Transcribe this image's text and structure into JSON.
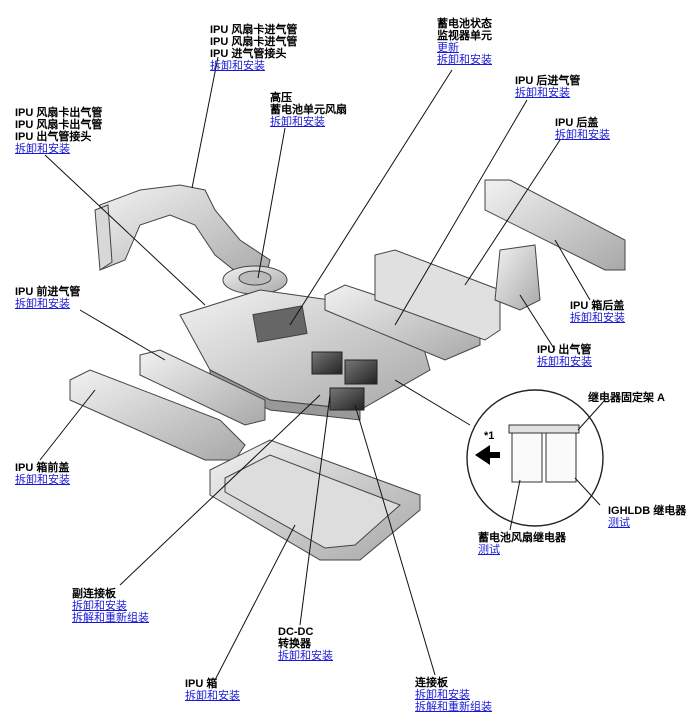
{
  "labels": {
    "fan_inlet": {
      "lines": [
        "IPU 风扇卡进气管",
        "IPU 风扇卡进气管",
        "IPU 进气管接头"
      ],
      "link": "拆卸和安装"
    },
    "fan_outlet": {
      "lines": [
        "IPU 风扇卡出气管",
        "IPU 风扇卡出气管",
        "IPU 出气管接头"
      ],
      "link": "拆卸和安装"
    },
    "battery_fan": {
      "lines": [
        "高压",
        "蓄电池单元风扇"
      ],
      "link": "拆卸和安装"
    },
    "battery_monitor": {
      "lines": [
        "蓄电池状态",
        "监视器单元"
      ],
      "links": [
        "更新",
        "拆卸和安装"
      ]
    },
    "rear_inlet": {
      "lines": [
        "IPU 后进气管"
      ],
      "link": "拆卸和安装"
    },
    "rear_cover": {
      "lines": [
        "IPU 后盖"
      ],
      "link": "拆卸和安装"
    },
    "front_inlet": {
      "lines": [
        "IPU 前进气管"
      ],
      "link": "拆卸和安装"
    },
    "box_rear_cover": {
      "lines": [
        "IPU 箱后盖"
      ],
      "link": "拆卸和安装"
    },
    "outlet": {
      "lines": [
        "IPU 出气管"
      ],
      "link": "拆卸和安装"
    },
    "relay_bracket": {
      "lines": [
        "继电器固定架 A"
      ]
    },
    "box_front_cover": {
      "lines": [
        "IPU 箱前盖"
      ],
      "link": "拆卸和安装"
    },
    "ighldb_relay": {
      "lines": [
        "IGHLDB 继电器"
      ],
      "link": "测试"
    },
    "fan_relay": {
      "lines": [
        "蓄电池风扇继电器"
      ],
      "link": "测试"
    },
    "sub_bus": {
      "lines": [
        "副连接板"
      ],
      "links": [
        "拆卸和安装",
        "拆解和重新组装"
      ]
    },
    "dcdc": {
      "lines": [
        "DC-DC",
        "转换器"
      ],
      "link": "拆卸和安装"
    },
    "ipu_box": {
      "lines": [
        "IPU 箱"
      ],
      "link": "拆卸和安装"
    },
    "bus_bar": {
      "lines": [
        "连接板"
      ],
      "links": [
        "拆卸和安装",
        "拆解和重新组装"
      ]
    }
  },
  "callout_marker": "*1"
}
